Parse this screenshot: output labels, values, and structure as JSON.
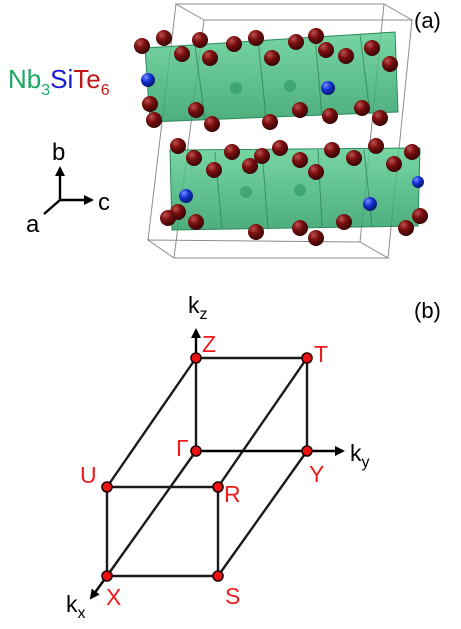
{
  "panel_a": {
    "label": "(a)",
    "formula": {
      "nb": "Nb",
      "nb_sub": "3",
      "si": "Si",
      "te": "Te",
      "te_sub": "6"
    },
    "axes": {
      "b": "b",
      "a": "a",
      "c": "c"
    },
    "colors": {
      "nb": "#1aa862",
      "si": "#1a1ad6",
      "te": "#c01818",
      "polyhedron": "#3ab878",
      "te_atom": "#6e0a0a",
      "si_atom": "#1030d0"
    }
  },
  "panel_b": {
    "label": "(b)",
    "kx": {
      "k": "k",
      "sub": "x"
    },
    "ky": {
      "k": "k",
      "sub": "y"
    },
    "kz": {
      "k": "k",
      "sub": "z"
    },
    "points": {
      "Z": "Z",
      "T": "T",
      "Gamma": "Γ",
      "Y": "Y",
      "U": "U",
      "R": "R",
      "X": "X",
      "S": "S"
    },
    "colors": {
      "point": "#ee1010",
      "point_label": "#ee1c1c",
      "edge": "#1a1a1a"
    }
  }
}
